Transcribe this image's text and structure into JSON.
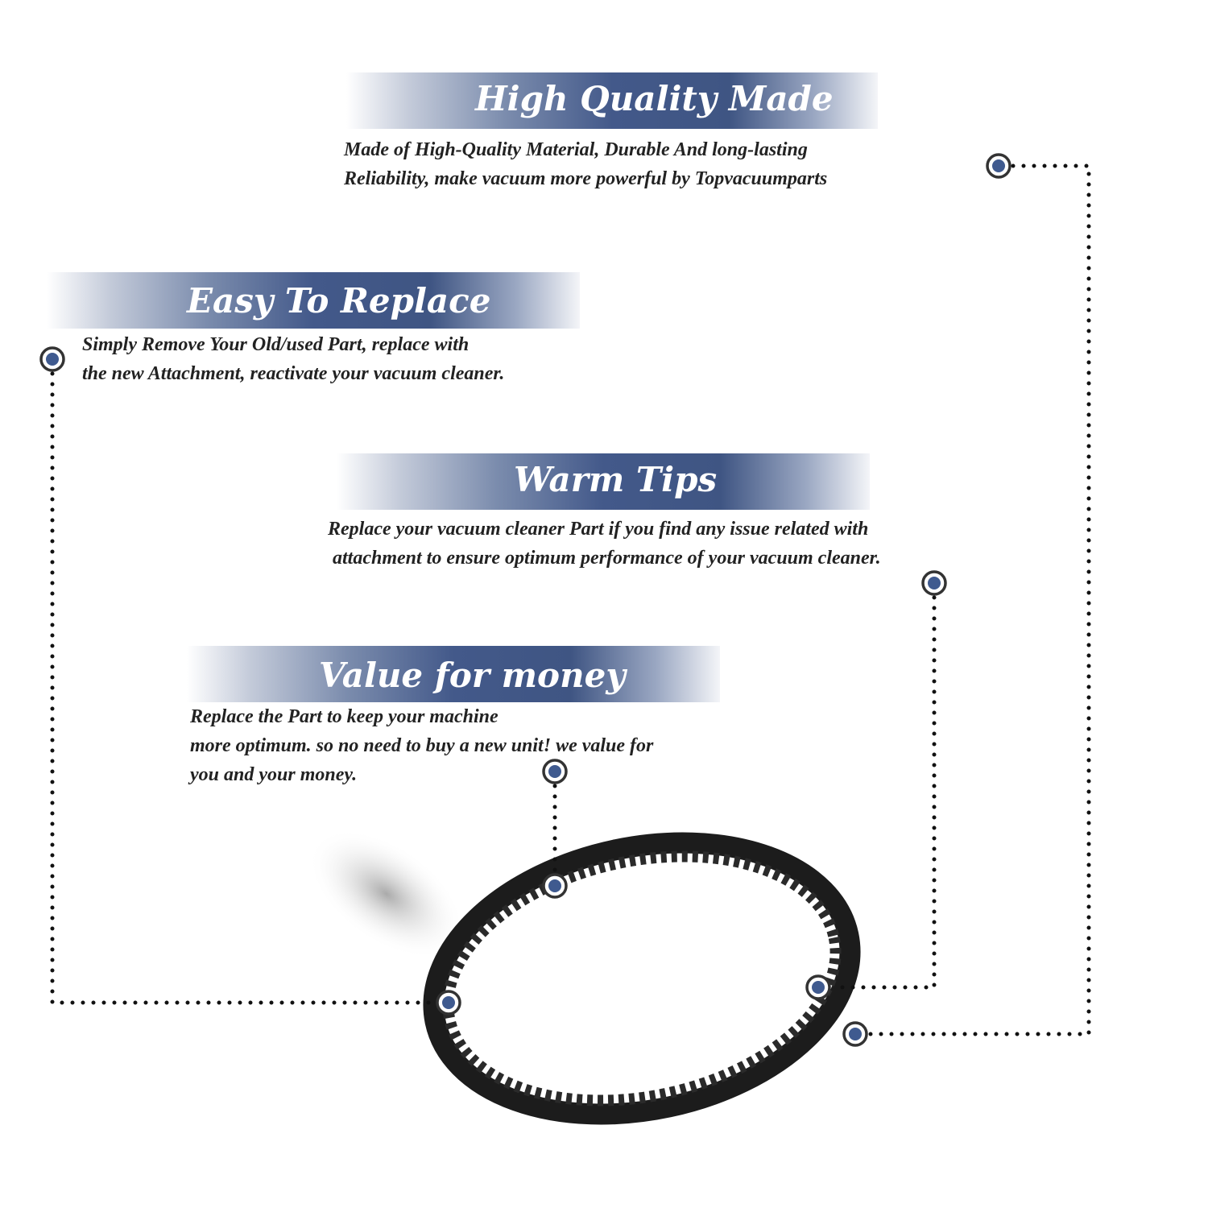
{
  "features": [
    {
      "title": "High Quality Made",
      "lines": [
        "Made of  High-Quality Material, Durable And long-lasting",
        "Reliability, make vacuum more powerful by Topvacuumparts"
      ]
    },
    {
      "title": "Easy To Replace",
      "lines": [
        "Simply Remove Your Old/used Part, replace with",
        "the new Attachment, reactivate your vacuum cleaner."
      ]
    },
    {
      "title": "Warm Tips",
      "lines": [
        "Replace your vacuum cleaner Part if you find any issue related with",
        " attachment to ensure optimum performance of your vacuum cleaner."
      ]
    },
    {
      "title": "Value for money",
      "lines": [
        "Replace the Part to keep your machine",
        "more optimum. so no need to buy a new unit! we value for",
        "you and your money."
      ]
    }
  ],
  "colors": {
    "banner": "#3f5583",
    "marker": "#3f5a8f",
    "belt": "#1c1c1c"
  }
}
